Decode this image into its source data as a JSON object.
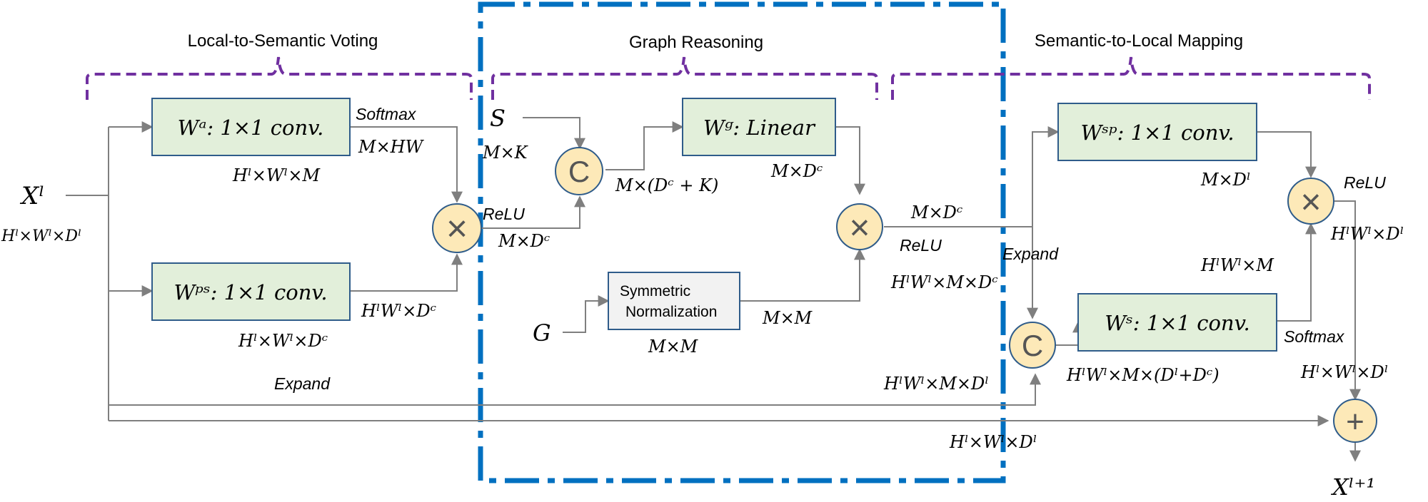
{
  "sections": {
    "voting": "Local-to-Semantic Voting",
    "reasoning": "Graph Reasoning",
    "mapping": "Semantic-to-Local Mapping"
  },
  "boxes": {
    "wa": "Wᵃ: 1×1 conv.",
    "wps": "Wᵖˢ: 1×1 conv.",
    "wg": "Wᵍ: Linear",
    "wsp": "Wˢᵖ: 1×1 conv.",
    "ws": "Wˢ: 1×1 conv.",
    "symnorm_line1": "Symmetric",
    "symnorm_line2": "Normalization"
  },
  "ops": {
    "concat": "C",
    "multiply": "×",
    "add": "+"
  },
  "inputs": {
    "xl": "Xˡ",
    "s": "S",
    "g": "G",
    "xl1": "Xˡ⁺¹"
  },
  "labels": {
    "xl_dim": "Hˡ×Wˡ×Dˡ",
    "softmax1": "Softmax",
    "m_hw": "M×HW",
    "wa_dim": "Hˡ×Wˡ×M",
    "wps_out": "HˡWˡ×Dᶜ",
    "wps_dim": "Hˡ×Wˡ×Dᶜ",
    "relu1": "ReLU",
    "m_dc1": "M×Dᶜ",
    "m_k": "M×K",
    "concat_out": "M×(Dᶜ + K)",
    "wg_dim": "M×Dᶜ",
    "m_m1": "M×M",
    "m_m2": "M×M",
    "m_dc2": "M×Dᶜ",
    "relu2": "ReLU",
    "hwmdc": "HˡWˡ×M×Dᶜ",
    "expand1": "Expand",
    "expand2": "Expand",
    "hwmdl": "HˡWˡ×M×Dˡ",
    "bottom_dim": "Hˡ×Wˡ×Dˡ",
    "wsp_dim": "M×Dˡ",
    "relu3": "ReLU",
    "hwdl": "HˡWˡ×Dˡ",
    "hwm": "HˡWˡ×M",
    "concat2_out": "HˡWˡ×M×(Dˡ+Dᶜ)",
    "softmax2": "Softmax",
    "hxwxdl": "Hˡ×Wˡ×Dˡ"
  },
  "colors": {
    "box_fill": "#e2efda",
    "box_stroke": "#2f5c8a",
    "op_fill": "#fde9b8",
    "op_stroke": "#2f5c8a",
    "brace": "#7030a0",
    "dashed_frame": "#0070c0",
    "arrow": "#7f7f7f"
  }
}
